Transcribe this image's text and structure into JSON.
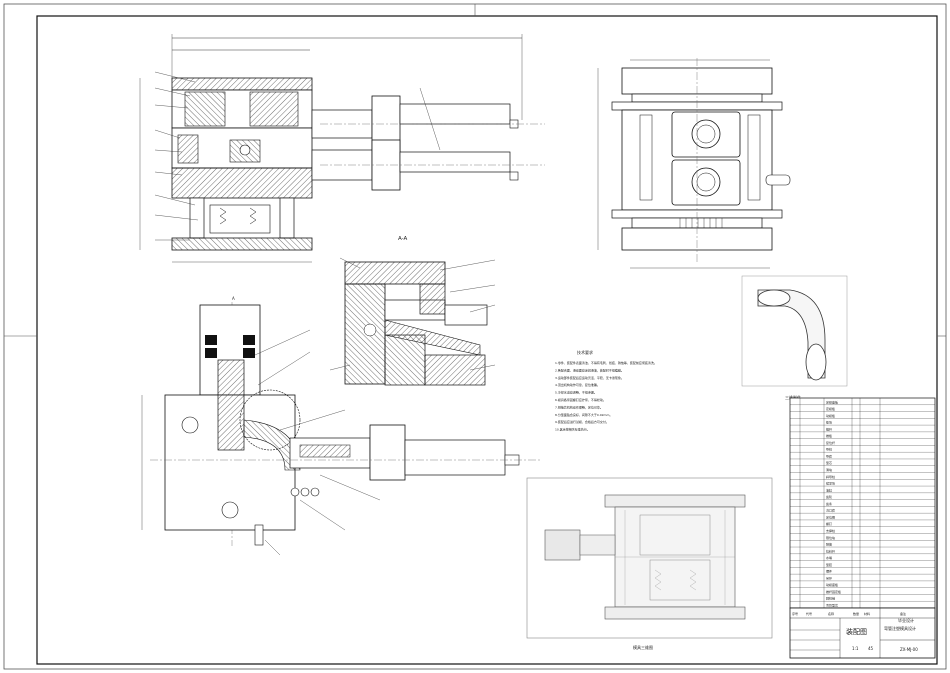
{
  "drawing": {
    "section_label": "A-A",
    "cut_marker": "A",
    "tech_requirements": {
      "title": "技术要求",
      "lines": [
        "1.零件、装配件表面清洁，不得有毛刺、划痕、锈蚀等，装配前应彻底清洗。",
        "2.各配合面、滑动面应涂润滑油，装配时不得磕碰。",
        "3.运动部件装配后应运动灵活、平稳，无卡滞现象。",
        "4.顶出机构动作可靠，复位准确。",
        "5.冷却水道应通畅，不得渗漏。",
        "6.模具各紧固螺钉应拧紧，不得松动。",
        "7.侧抽芯机构动作顺畅，定位可靠。",
        "8.分型面贴合良好，间隙不大于0.02mm。",
        "9.装配后应进行试模，合格后方可交付。",
        "10.其余按相关标准执行。"
      ]
    },
    "iso_caption": "三维制件",
    "assembly_caption": "模具三维图",
    "title_block": {
      "drawing_name": "装配图",
      "org_line1": "毕业设计",
      "org_line2": "弯管注塑模具设计",
      "scale_note": "1:1",
      "drawing_no": "ZX-MJ-00",
      "material": "45",
      "header_cols": [
        "序号",
        "代号",
        "名称",
        "数量",
        "材料",
        "备注"
      ]
    },
    "bom_names": [
      "定模座板",
      "定模板",
      "动模板",
      "垫块",
      "推杆",
      "推板",
      "复位杆",
      "导柱",
      "导套",
      "型芯",
      "滑块",
      "斜导柱",
      "楔紧块",
      "油缸",
      "齿轮",
      "齿条",
      "浇口套",
      "定位圈",
      "螺钉",
      "支撑柱",
      "限位块",
      "弹簧",
      "拉料杆",
      "水嘴",
      "型腔",
      "镶件",
      "吊环",
      "动模座板",
      "推杆固定板",
      "圆柱销",
      "弯管型芯"
    ],
    "colors": {
      "line": "#1a1a1a",
      "hatch": "#444444",
      "grid": "#9a9a9a",
      "paper": "#ffffff"
    }
  }
}
